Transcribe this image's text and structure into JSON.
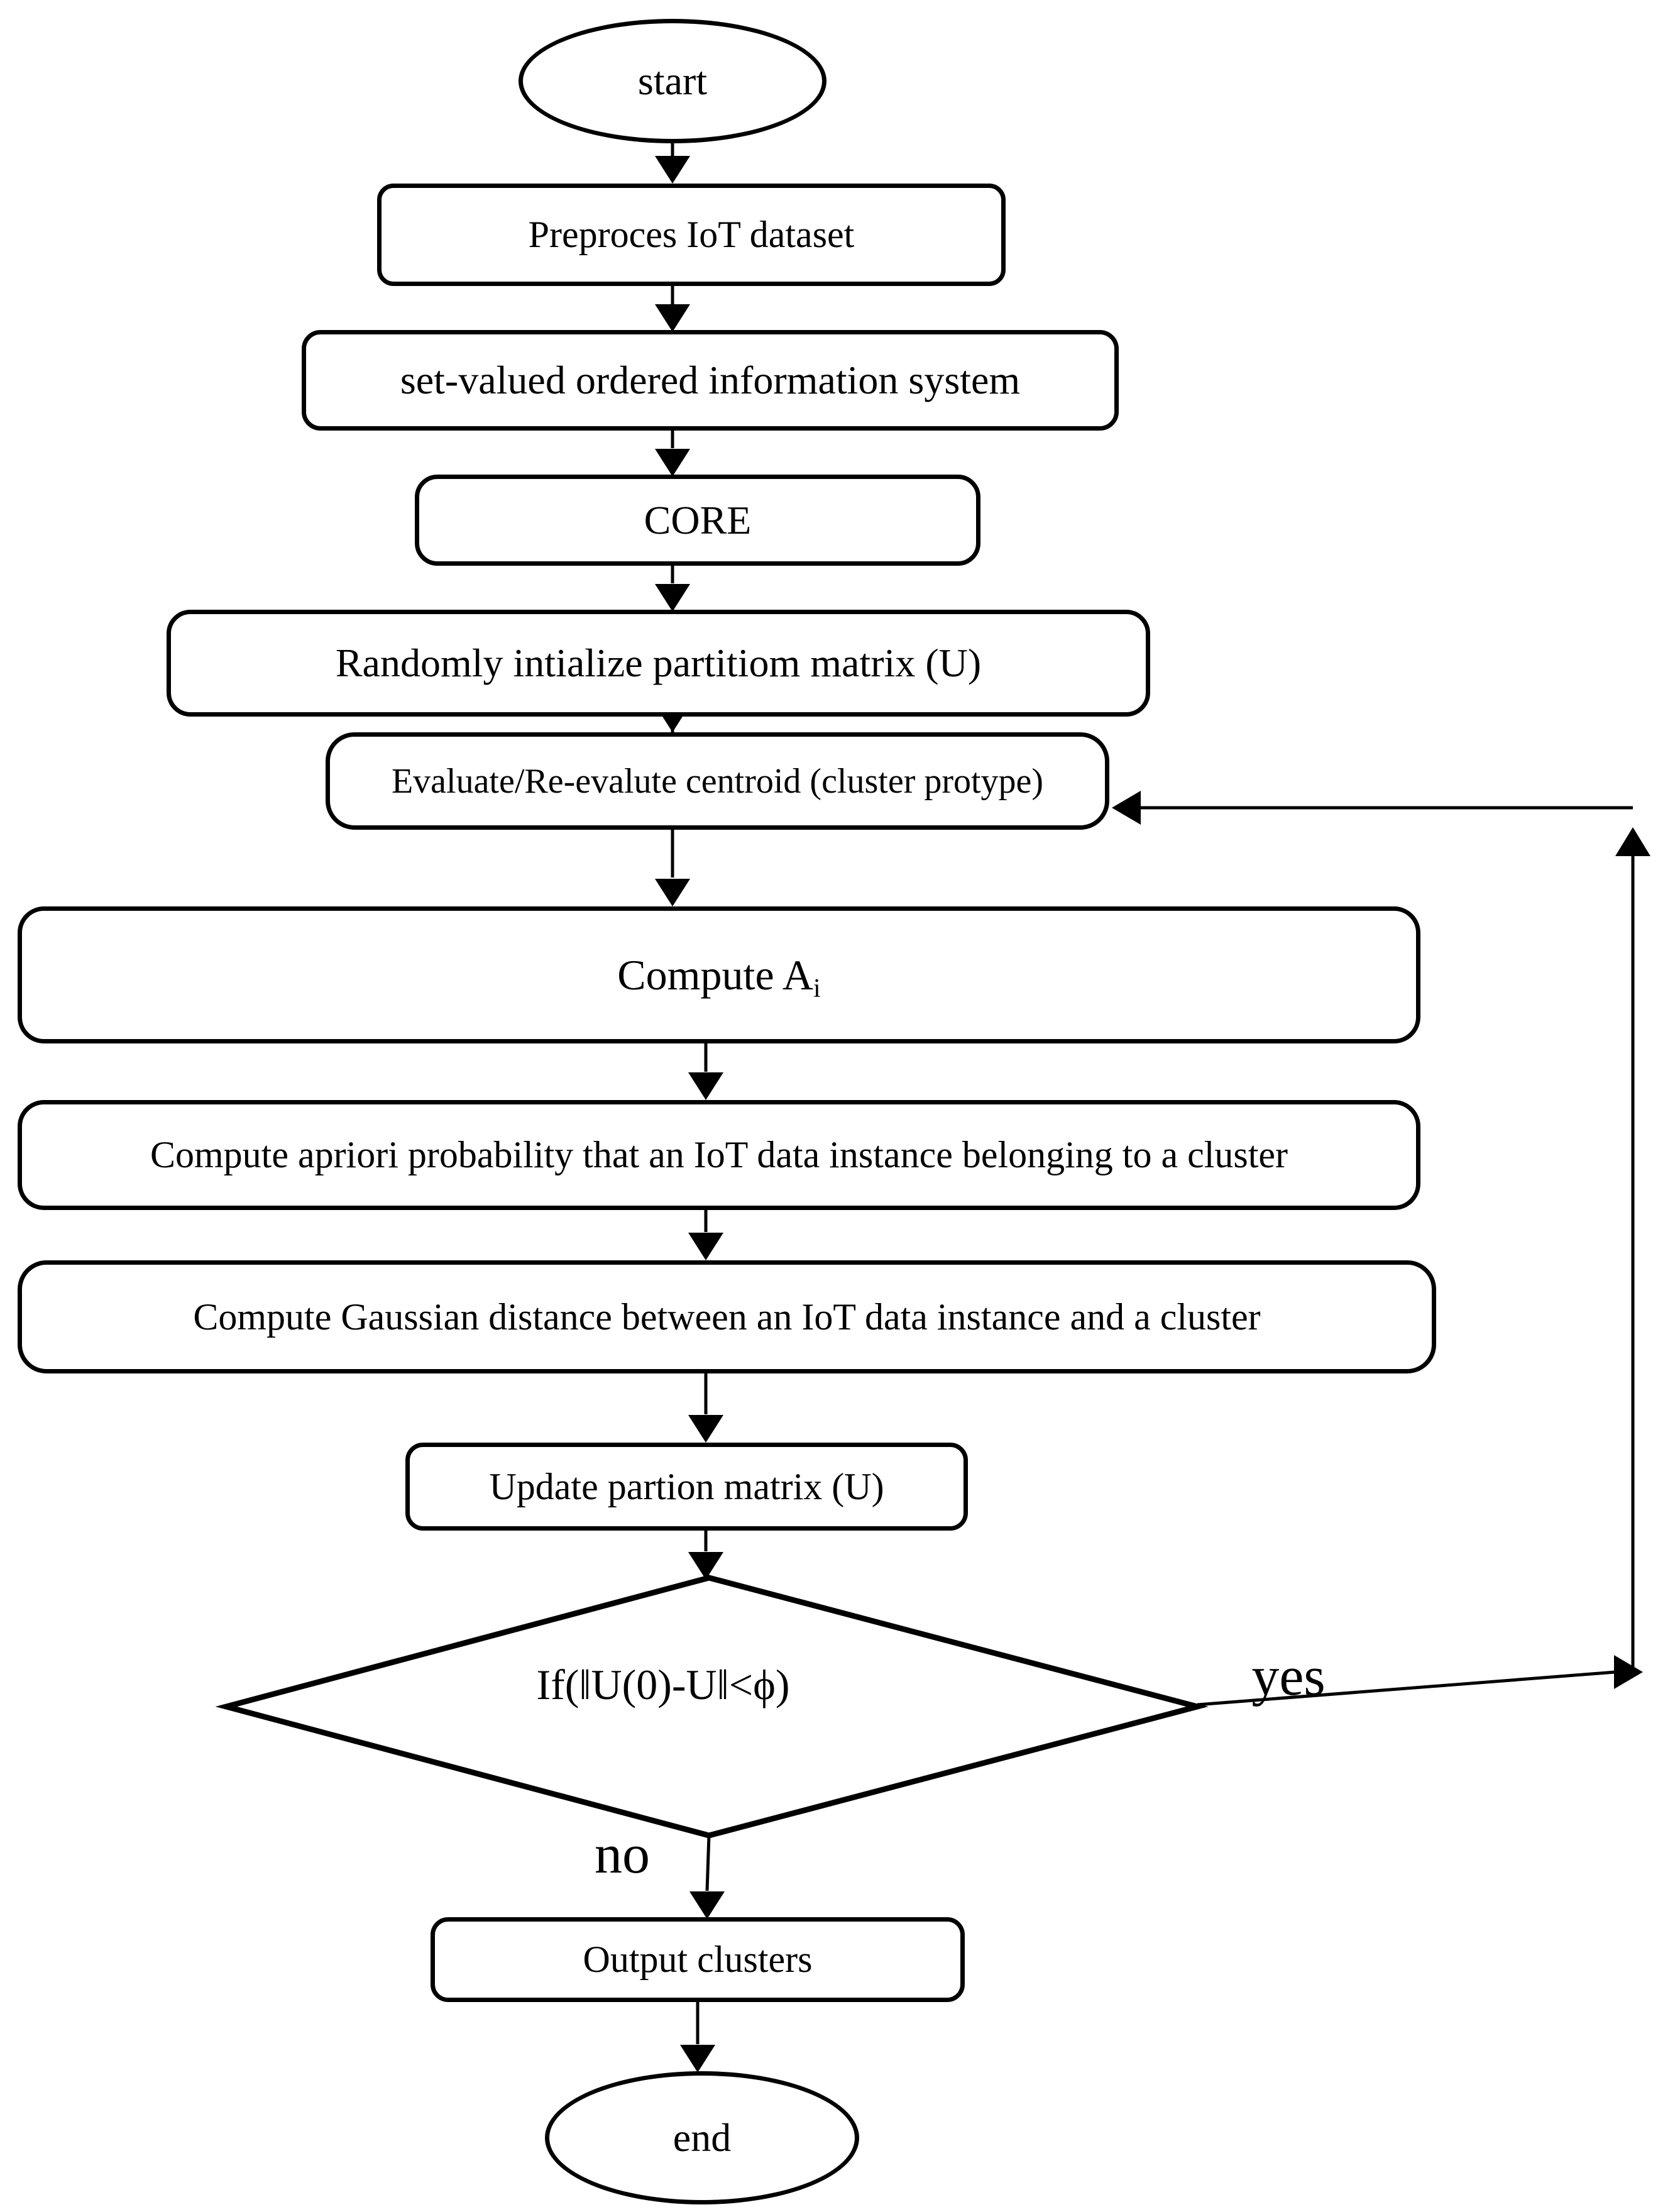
{
  "flowchart": {
    "colors": {
      "stroke": "#000000",
      "background": "#ffffff"
    },
    "nodes": [
      {
        "id": "start",
        "type": "terminator",
        "label": "start"
      },
      {
        "id": "preprocess",
        "type": "process",
        "label": "Preproces IoT dataset"
      },
      {
        "id": "sois",
        "type": "process",
        "label": "set-valued ordered information system"
      },
      {
        "id": "core",
        "type": "process",
        "label": "CORE"
      },
      {
        "id": "init",
        "type": "process",
        "label": "Randomly intialize partitiom matrix (U)"
      },
      {
        "id": "centroid",
        "type": "process",
        "label": "Evaluate/Re-evalute centroid (cluster protype)"
      },
      {
        "id": "compute_a",
        "type": "process",
        "label": "Compute A",
        "subscript": "i"
      },
      {
        "id": "apriori",
        "type": "process",
        "label": "Compute apriori probability that an IoT data instance belonging to a cluster"
      },
      {
        "id": "gaussian",
        "type": "process",
        "label": "Compute Gaussian distance between an IoT data instance and a cluster"
      },
      {
        "id": "update",
        "type": "process",
        "label": "Update partion matrix (U)"
      },
      {
        "id": "decision",
        "type": "decision",
        "label": "If(‖U(0)-U‖<ϕ)"
      },
      {
        "id": "output",
        "type": "process",
        "label": "Output clusters"
      },
      {
        "id": "end",
        "type": "terminator",
        "label": "end"
      }
    ],
    "edge_labels": {
      "yes": "yes",
      "no": "no"
    }
  }
}
